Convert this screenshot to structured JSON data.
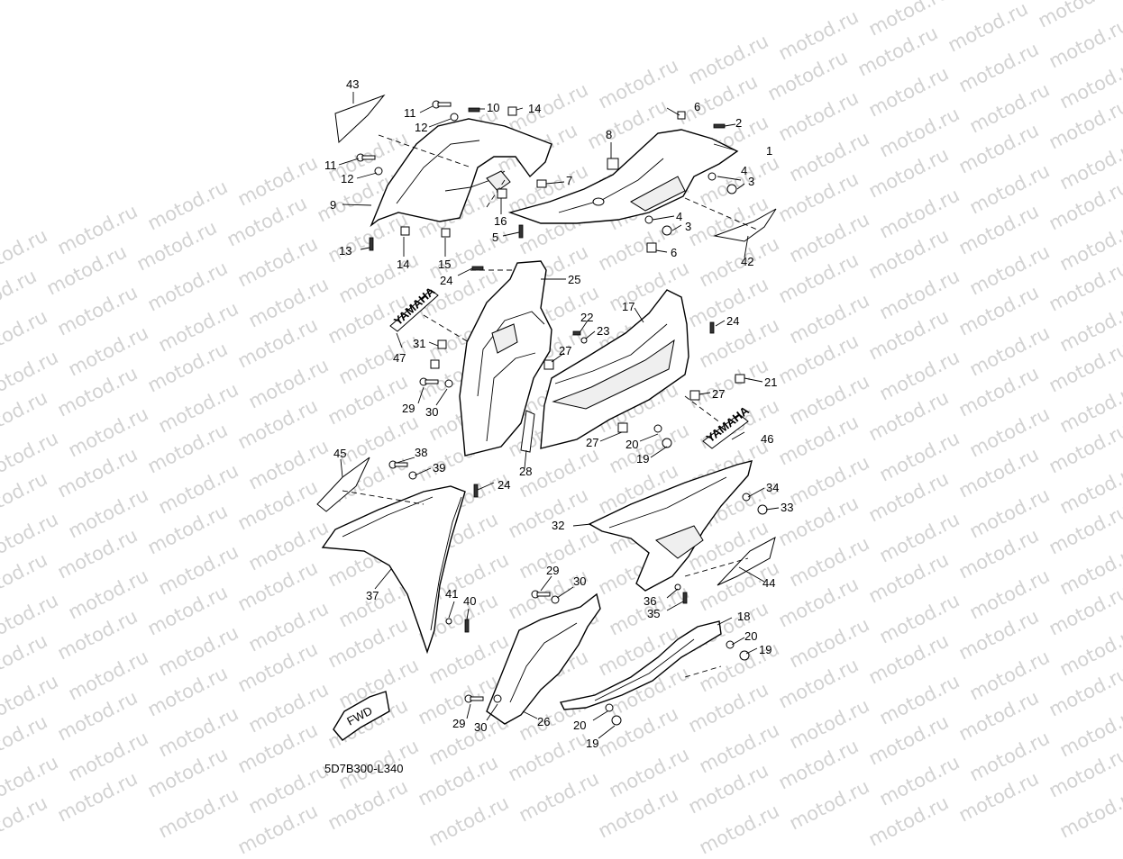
{
  "diagram": {
    "watermark_text": "motod.ru",
    "drawing_code": "5D7B300-L340",
    "fwd_label": "FWD",
    "decal_text": "YAMAHA",
    "callouts": [
      "1",
      "2",
      "3",
      "3",
      "4",
      "4",
      "5",
      "6",
      "6",
      "7",
      "8",
      "9",
      "10",
      "11",
      "11",
      "12",
      "12",
      "13",
      "14",
      "14",
      "15",
      "16",
      "17",
      "18",
      "19",
      "19",
      "19",
      "20",
      "20",
      "20",
      "21",
      "22",
      "23",
      "24",
      "24",
      "24",
      "25",
      "26",
      "27",
      "27",
      "27",
      "28",
      "29",
      "29",
      "29",
      "30",
      "30",
      "30",
      "31",
      "32",
      "33",
      "34",
      "35",
      "36",
      "37",
      "38",
      "39",
      "40",
      "41",
      "42",
      "43",
      "44",
      "45",
      "46",
      "47"
    ]
  }
}
